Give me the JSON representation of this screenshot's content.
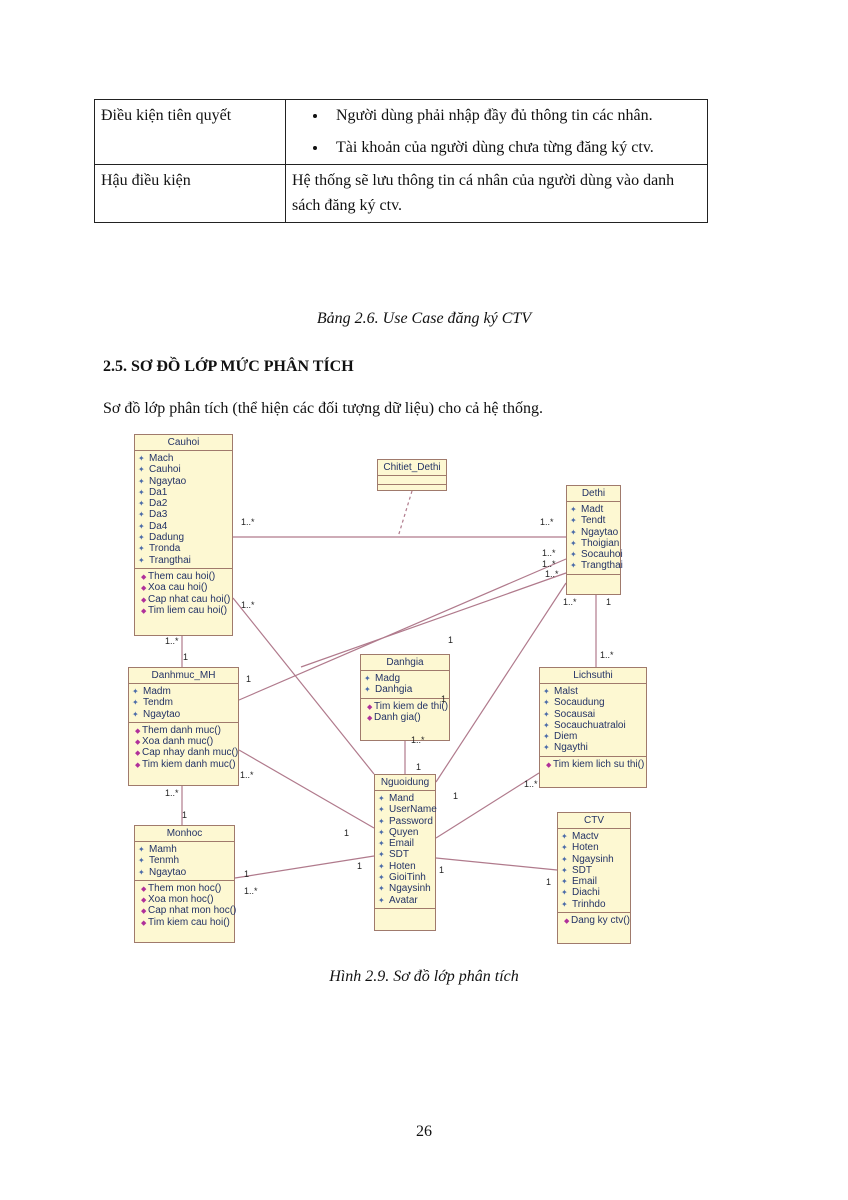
{
  "table": {
    "rows": [
      {
        "label": "Điều kiện tiên quyết",
        "items": [
          "Người dùng phải nhập đầy đủ thông tin các nhân.",
          "Tài khoản của người dùng chưa từng đăng ký ctv."
        ]
      },
      {
        "label": "Hậu điều kiện",
        "text": "Hệ thống sẽ lưu thông tin cá nhân của người dùng vào danh sách đăng ký ctv."
      }
    ]
  },
  "table_caption": "Bảng 2.6. Use Case đăng ký CTV",
  "section_heading": "2.5. SƠ ĐỒ LỚP MỨC PHÂN TÍCH",
  "intro_text": "Sơ đồ lớp phân tích (thể hiện các đối tượng dữ liệu) cho cả hệ thống.",
  "diagram": {
    "classes": {
      "cauhoi": {
        "name": "Cauhoi",
        "attrs": [
          "Mach",
          "Cauhoi",
          "Ngaytao",
          "Da1",
          "Da2",
          "Da3",
          "Da4",
          "Dadung",
          "Tronda",
          "Trangthai"
        ],
        "ops": [
          "Them cau hoi()",
          "Xoa cau hoi()",
          "Cap nhat cau hoi()",
          "Tim liem cau hoi()"
        ]
      },
      "chitiet_dethi": {
        "name": "Chitiet_Dethi",
        "attrs": [],
        "ops": []
      },
      "dethi": {
        "name": "Dethi",
        "attrs": [
          "Madt",
          "Tendt",
          "Ngaytao",
          "Thoigian",
          "Socauhoi",
          "Trangthai"
        ],
        "ops": []
      },
      "danhmuc_mh": {
        "name": "Danhmuc_MH",
        "attrs": [
          "Madm",
          "Tendm",
          "Ngaytao"
        ],
        "ops": [
          "Them danh muc()",
          "Xoa danh muc()",
          "Cap nhay danh muc()",
          "Tim kiem danh muc()"
        ]
      },
      "danhgia": {
        "name": "Danhgia",
        "attrs": [
          "Madg",
          "Danhgia"
        ],
        "ops": [
          "Tim kiem de thi()",
          "Danh gia()"
        ]
      },
      "lichsuthi": {
        "name": "Lichsuthi",
        "attrs": [
          "Malst",
          "Socaudung",
          "Socausai",
          "Socauchuatraloi",
          "Diem",
          "Ngaythi"
        ],
        "ops": [
          "Tim kiem lich su thi()"
        ]
      },
      "nguoidung": {
        "name": "Nguoidung",
        "attrs": [
          "Mand",
          "UserName",
          "Password",
          "Quyen",
          "Email",
          "SDT",
          "Hoten",
          "GioiTinh",
          "Ngaysinh",
          "Avatar"
        ],
        "ops": []
      },
      "monhoc": {
        "name": "Monhoc",
        "attrs": [
          "Mamh",
          "Tenmh",
          "Ngaytao"
        ],
        "ops": [
          "Them mon hoc()",
          "Xoa mon hoc()",
          "Cap nhat mon hoc()",
          "Tim kiem cau hoi()"
        ]
      },
      "ctv": {
        "name": "CTV",
        "attrs": [
          "Mactv",
          "Hoten",
          "Ngaysinh",
          "SDT",
          "Email",
          "Diachi",
          "Trinhdo"
        ],
        "ops": [
          "Dang ky ctv()"
        ]
      }
    },
    "multiplicities": {
      "m1": "1..*",
      "m2": "1..*",
      "m3": "1..*",
      "m4": "1..*",
      "m5": "1..*",
      "m6": "1..*",
      "m7": "1",
      "m8": "1..*",
      "m9": "1",
      "m10": "1",
      "m11": "1",
      "m12": "1..*",
      "m13": "1..*",
      "m14": "1",
      "m15": "1..*",
      "m16": "1",
      "m17": "1..*",
      "m18": "1",
      "m19": "1..*",
      "m20": "1",
      "m21": "1",
      "m22": "1",
      "m23": "1",
      "m24": "1..*",
      "m25": "1..*",
      "m26": "1",
      "m27": "1"
    },
    "line_color": "#b07a8c",
    "class_fill": "#fdf8d2"
  },
  "figure_caption": "Hình 2.9. Sơ đồ lớp phân tích",
  "page_number": "26"
}
